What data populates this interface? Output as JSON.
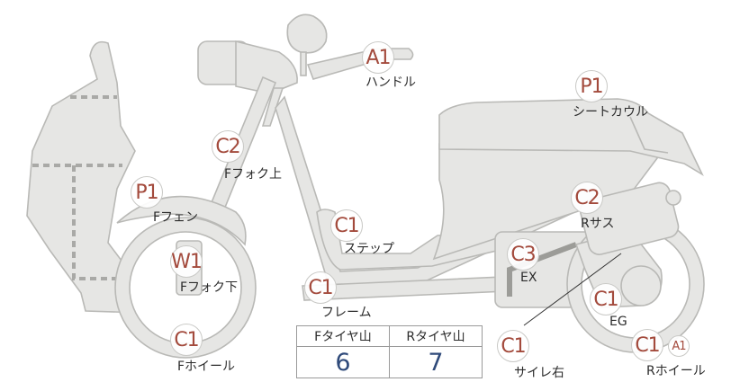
{
  "marks": {
    "handle": "A1",
    "seat_cowl": "P1",
    "fork_upper": "C2",
    "front_fender": "P1",
    "step": "C1",
    "rear_suspension": "C2",
    "exhaust": "C3",
    "front_fork_lower": "W1",
    "frame": "C1",
    "engine": "C1",
    "front_wheel": "C1",
    "silencer_right": "C1",
    "rear_wheel": "C1",
    "rear_wheel_extra": "A1"
  },
  "labels": {
    "handle": "ハンドル",
    "seat_cowl": "シートカウル",
    "fork_upper": "Fフォク上",
    "front_fender": "Fフェン",
    "step": "ステップ",
    "rear_suspension": "Rサス",
    "exhaust": "EX",
    "front_fork_lower": "Fフォク下",
    "frame": "フレーム",
    "engine": "EG",
    "front_wheel": "Fホイール",
    "silencer_right": "サイレ右",
    "rear_wheel": "Rホイール"
  },
  "tire_tread": {
    "headers": [
      "Fタイヤ山",
      "Rタイヤ山"
    ],
    "values": [
      "6",
      "7"
    ]
  },
  "colors": {
    "mark_text": "#a34a3c",
    "tread_value": "#2f4a7a",
    "part_fill": "#e6e6e4",
    "part_stroke": "#b9b9b6"
  }
}
